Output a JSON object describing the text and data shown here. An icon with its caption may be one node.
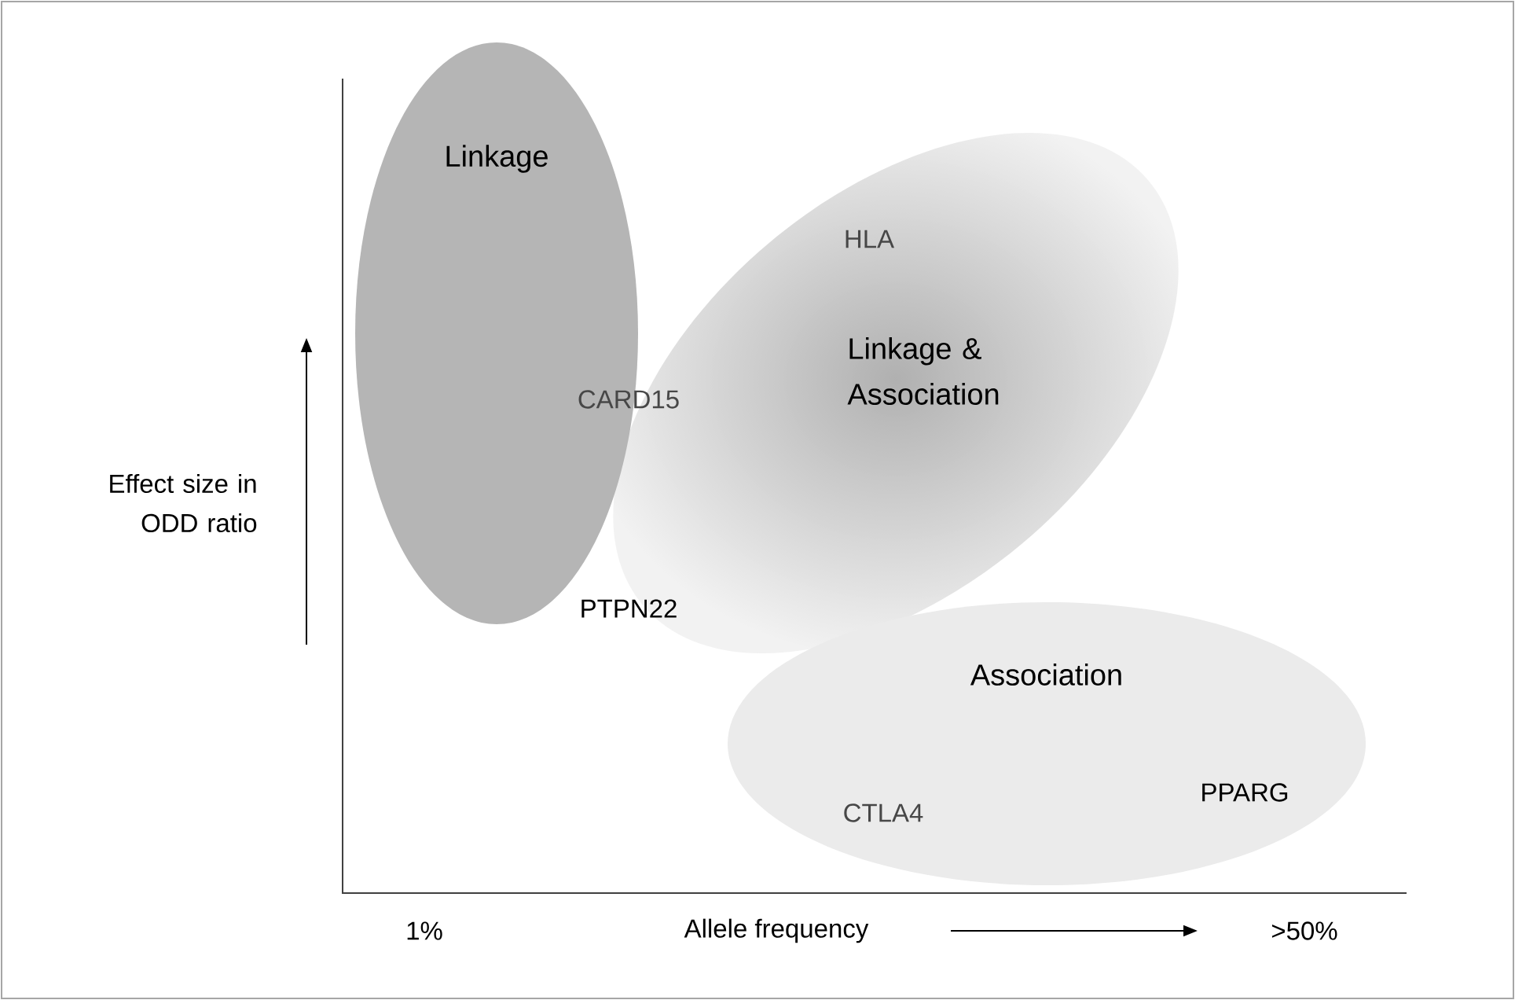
{
  "diagram": {
    "nodes": [
      {
        "text": [
          "Linkage"
        ]
      },
      {
        "text": [
          "Linkage & Association"
        ]
      },
      {
        "text": [
          "Association"
        ]
      }
    ],
    "labels": [
      "HLA",
      "CARD15",
      "Effect size in ODD ratio",
      "PTPN22",
      "CTLA4",
      "PPARG",
      "1%",
      "Allele frequency",
      ">50%"
    ]
  }
}
